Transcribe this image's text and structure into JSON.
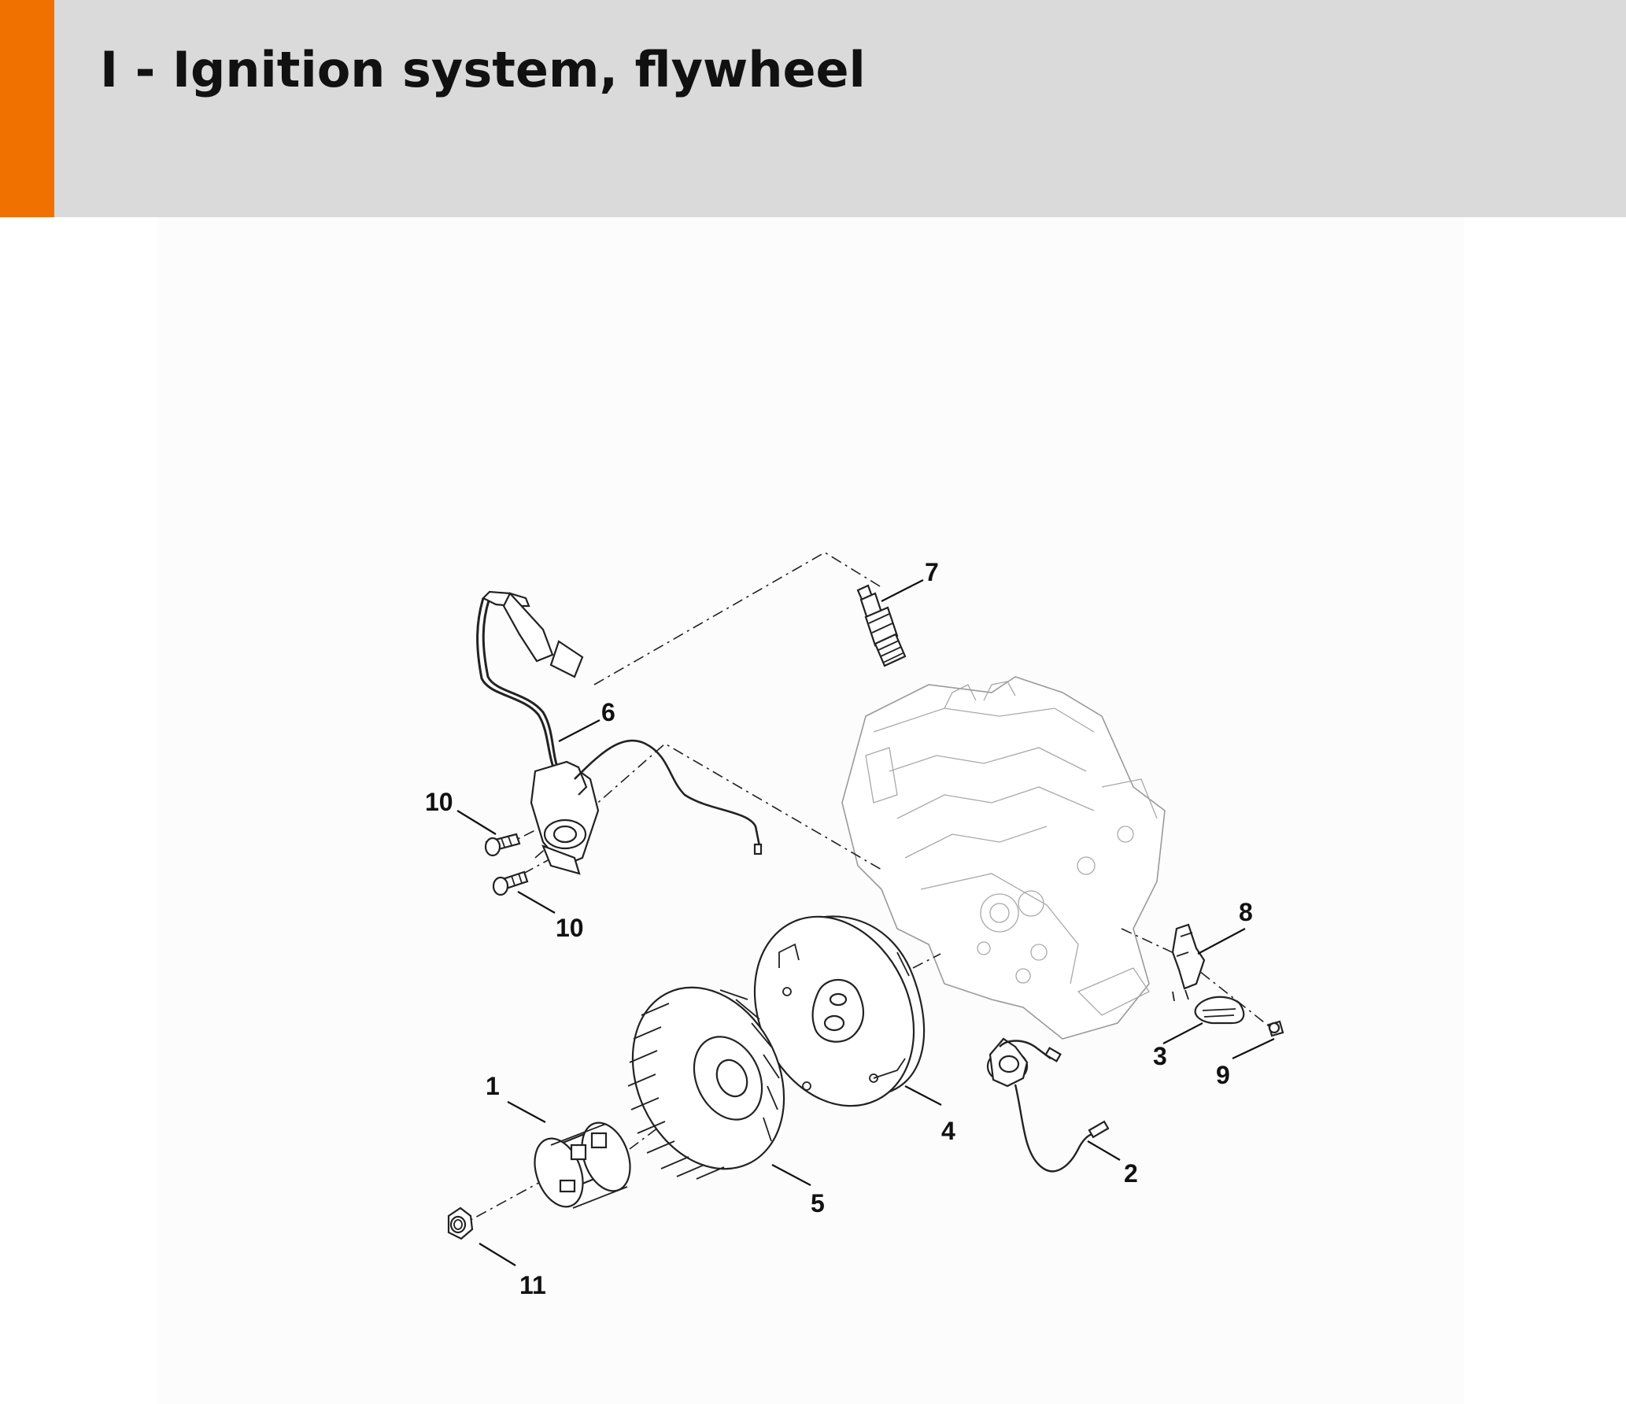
{
  "page": {
    "title": "I - Ignition system, flywheel",
    "accent_color": "#f07000",
    "header_bg": "#dadada"
  },
  "diagram": {
    "callouts": [
      {
        "id": "c1",
        "label": "1"
      },
      {
        "id": "c2",
        "label": "2"
      },
      {
        "id": "c3",
        "label": "3"
      },
      {
        "id": "c4",
        "label": "4"
      },
      {
        "id": "c5",
        "label": "5"
      },
      {
        "id": "c6",
        "label": "6"
      },
      {
        "id": "c7",
        "label": "7"
      },
      {
        "id": "c8",
        "label": "8"
      },
      {
        "id": "c9",
        "label": "9"
      },
      {
        "id": "c10a",
        "label": "10"
      },
      {
        "id": "c10b",
        "label": "10"
      },
      {
        "id": "c11",
        "label": "11"
      }
    ]
  }
}
